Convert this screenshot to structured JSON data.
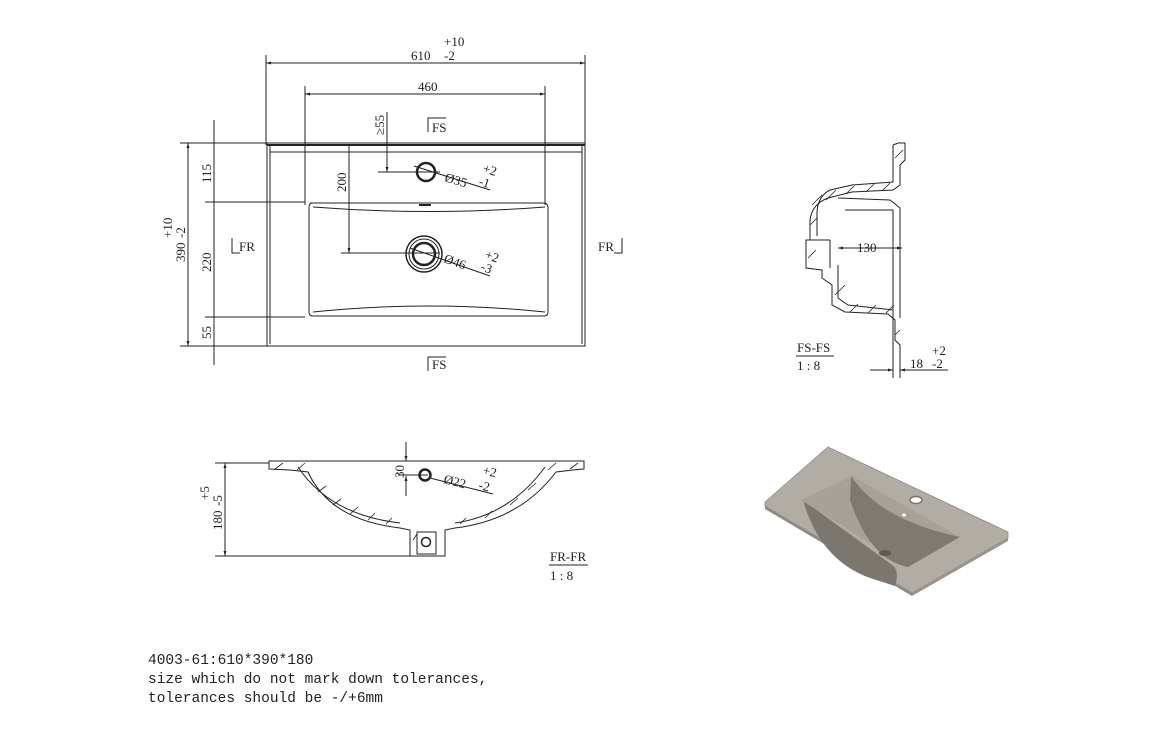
{
  "top_view": {
    "overall_width": {
      "value": "610",
      "tol_plus": "+10",
      "tol_minus": "-2"
    },
    "basin_width": "460",
    "overall_depth": {
      "value": "390",
      "tol_plus": "+10",
      "tol_minus": "-2"
    },
    "back_margin": "115",
    "basin_depth": "220",
    "front_margin": "55",
    "tap_hole_offset": "≥55",
    "drain_offset": "200",
    "tap_hole": {
      "dia": "Ø35",
      "tol_plus": "+2",
      "tol_minus": "-1"
    },
    "drain_hole": {
      "dia": "Ø46",
      "tol_plus": "+2",
      "tol_minus": "-3"
    },
    "section_fs_label": "FS",
    "section_fr_label": "FR"
  },
  "side_section": {
    "depth": "130",
    "lip": {
      "value": "18",
      "tol_plus": "+2",
      "tol_minus": "-2"
    },
    "title": "FS-FS",
    "scale": "1 : 8"
  },
  "front_section": {
    "height": {
      "value": "180",
      "tol_plus": "+5",
      "tol_minus": "-5"
    },
    "overflow_offset": "30",
    "overflow_hole": {
      "dia": "Ø22",
      "tol_plus": "+2",
      "tol_minus": "-2"
    },
    "title": "FR-FR",
    "scale": "1 : 8"
  },
  "render_3d": {
    "color": "#a8a49b"
  },
  "notes": {
    "line1": "4003-61:610*390*180",
    "line2": "size which do not mark down tolerances,",
    "line3": "tolerances should be -/+6mm"
  }
}
